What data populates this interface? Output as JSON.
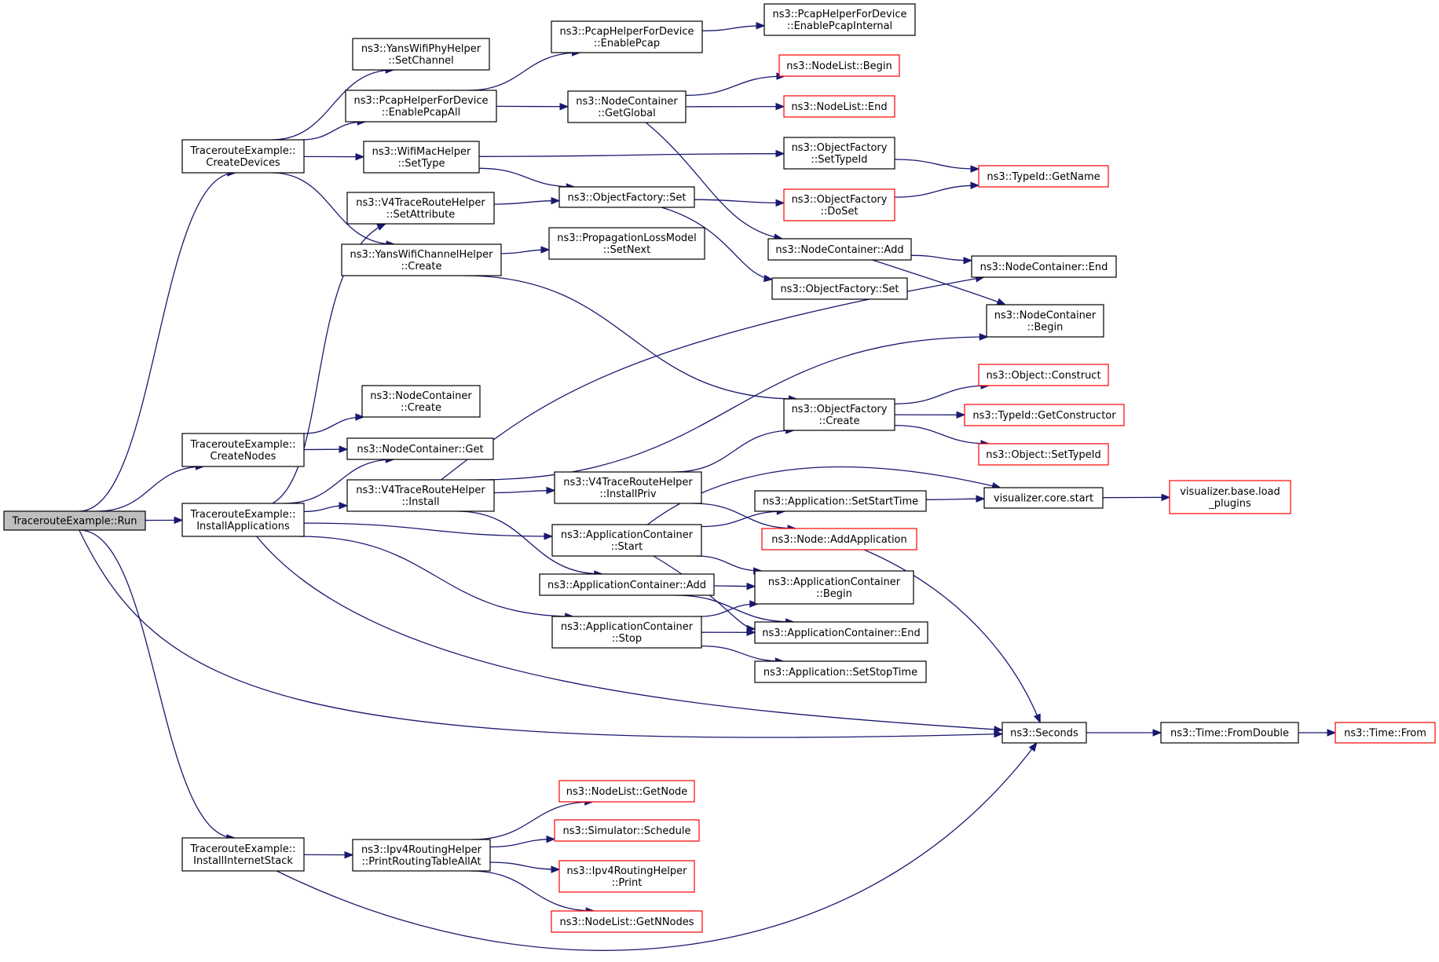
{
  "nodes": [
    {
      "id": "run",
      "lines": [
        "TracerouteExample::Run"
      ],
      "style": "root"
    },
    {
      "id": "createDevices",
      "lines": [
        "TracerouteExample::",
        "CreateDevices"
      ]
    },
    {
      "id": "createNodes",
      "lines": [
        "TracerouteExample::",
        "CreateNodes"
      ]
    },
    {
      "id": "installApps",
      "lines": [
        "TracerouteExample::",
        "InstallApplications"
      ]
    },
    {
      "id": "installStack",
      "lines": [
        "TracerouteExample::",
        "InstallInternetStack"
      ]
    },
    {
      "id": "yansPhySetChannel",
      "lines": [
        "ns3::YansWifiPhyHelper",
        "::SetChannel"
      ]
    },
    {
      "id": "pcapEnableAll",
      "lines": [
        "ns3::PcapHelperForDevice",
        "::EnablePcapAll"
      ]
    },
    {
      "id": "wifiMacSetType",
      "lines": [
        "ns3::WifiMacHelper",
        "::SetType"
      ]
    },
    {
      "id": "v4SetAttr",
      "lines": [
        "ns3::V4TraceRouteHelper",
        "::SetAttribute"
      ]
    },
    {
      "id": "yansChanCreate",
      "lines": [
        "ns3::YansWifiChannelHelper",
        "::Create"
      ]
    },
    {
      "id": "ncCreate",
      "lines": [
        "ns3::NodeContainer",
        "::Create"
      ]
    },
    {
      "id": "ncGet",
      "lines": [
        "ns3::NodeContainer::Get"
      ]
    },
    {
      "id": "v4Install",
      "lines": [
        "ns3::V4TraceRouteHelper",
        "::Install"
      ]
    },
    {
      "id": "ipv4PrintAllAt",
      "lines": [
        "ns3::Ipv4RoutingHelper",
        "::PrintRoutingTableAllAt"
      ]
    },
    {
      "id": "pcapEnable",
      "lines": [
        "ns3::PcapHelperForDevice",
        "::EnablePcap"
      ]
    },
    {
      "id": "ncGetGlobal",
      "lines": [
        "ns3::NodeContainer",
        "::GetGlobal"
      ]
    },
    {
      "id": "ofSet",
      "lines": [
        "ns3::ObjectFactory::Set"
      ]
    },
    {
      "id": "propSetNext",
      "lines": [
        "ns3::PropagationLossModel",
        "::SetNext"
      ]
    },
    {
      "id": "v4InstallPriv",
      "lines": [
        "ns3::V4TraceRouteHelper",
        "::InstallPriv"
      ]
    },
    {
      "id": "acStart",
      "lines": [
        "ns3::ApplicationContainer",
        "::Start"
      ]
    },
    {
      "id": "acAdd",
      "lines": [
        "ns3::ApplicationContainer::Add"
      ]
    },
    {
      "id": "acStop",
      "lines": [
        "ns3::ApplicationContainer",
        "::Stop"
      ]
    },
    {
      "id": "nlGetNode",
      "lines": [
        "ns3::NodeList::GetNode"
      ],
      "style": "trunc"
    },
    {
      "id": "simSchedule",
      "lines": [
        "ns3::Simulator::Schedule"
      ],
      "style": "trunc"
    },
    {
      "id": "ipv4Print",
      "lines": [
        "ns3::Ipv4RoutingHelper",
        "::Print"
      ],
      "style": "trunc"
    },
    {
      "id": "nlGetNNodes",
      "lines": [
        "ns3::NodeList::GetNNodes"
      ],
      "style": "trunc"
    },
    {
      "id": "pcapEnableInternal",
      "lines": [
        "ns3::PcapHelperForDevice",
        "::EnablePcapInternal"
      ]
    },
    {
      "id": "nlBegin",
      "lines": [
        "ns3::NodeList::Begin"
      ],
      "style": "trunc"
    },
    {
      "id": "nlEnd",
      "lines": [
        "ns3::NodeList::End"
      ],
      "style": "trunc"
    },
    {
      "id": "ofSetTypeId",
      "lines": [
        "ns3::ObjectFactory",
        "::SetTypeId"
      ]
    },
    {
      "id": "ofDoSet",
      "lines": [
        "ns3::ObjectFactory",
        "::DoSet"
      ],
      "style": "trunc"
    },
    {
      "id": "ncAdd",
      "lines": [
        "ns3::NodeContainer::Add"
      ]
    },
    {
      "id": "ofSet2",
      "lines": [
        "ns3::ObjectFactory::Set"
      ]
    },
    {
      "id": "ofCreate",
      "lines": [
        "ns3::ObjectFactory",
        "::Create"
      ]
    },
    {
      "id": "appSetStartTime",
      "lines": [
        "ns3::Application::SetStartTime"
      ]
    },
    {
      "id": "nodeAddApp",
      "lines": [
        "ns3::Node::AddApplication"
      ],
      "style": "trunc"
    },
    {
      "id": "acBegin",
      "lines": [
        "ns3::ApplicationContainer",
        "::Begin"
      ]
    },
    {
      "id": "acEnd",
      "lines": [
        "ns3::ApplicationContainer::End"
      ]
    },
    {
      "id": "appSetStopTime",
      "lines": [
        "ns3::Application::SetStopTime"
      ]
    },
    {
      "id": "typeIdGetName",
      "lines": [
        "ns3::TypeId::GetName"
      ],
      "style": "trunc"
    },
    {
      "id": "ncEnd",
      "lines": [
        "ns3::NodeContainer::End"
      ]
    },
    {
      "id": "ncBegin",
      "lines": [
        "ns3::NodeContainer",
        "::Begin"
      ]
    },
    {
      "id": "objConstruct",
      "lines": [
        "ns3::Object::Construct"
      ],
      "style": "trunc"
    },
    {
      "id": "typeIdGetCtor",
      "lines": [
        "ns3::TypeId::GetConstructor"
      ],
      "style": "trunc"
    },
    {
      "id": "objSetTypeId",
      "lines": [
        "ns3::Object::SetTypeId"
      ],
      "style": "trunc"
    },
    {
      "id": "vizStart",
      "lines": [
        "visualizer.core.start"
      ]
    },
    {
      "id": "seconds",
      "lines": [
        "ns3::Seconds"
      ]
    },
    {
      "id": "vizLoadPlugins",
      "lines": [
        "visualizer.base.load",
        "_plugins"
      ],
      "style": "trunc"
    },
    {
      "id": "timeFromDouble",
      "lines": [
        "ns3::Time::FromDouble"
      ]
    },
    {
      "id": "timeFrom",
      "lines": [
        "ns3::Time::From"
      ],
      "style": "trunc"
    }
  ],
  "edges": [
    [
      "run",
      "createDevices"
    ],
    [
      "run",
      "createNodes"
    ],
    [
      "run",
      "installApps"
    ],
    [
      "run",
      "installStack"
    ],
    [
      "run",
      "seconds"
    ],
    [
      "createDevices",
      "yansPhySetChannel"
    ],
    [
      "createDevices",
      "pcapEnableAll"
    ],
    [
      "createDevices",
      "wifiMacSetType"
    ],
    [
      "createDevices",
      "yansChanCreate"
    ],
    [
      "createNodes",
      "ncCreate"
    ],
    [
      "createNodes",
      "ncGet"
    ],
    [
      "installApps",
      "v4SetAttr"
    ],
    [
      "installApps",
      "ncGet"
    ],
    [
      "installApps",
      "v4Install"
    ],
    [
      "installApps",
      "acStart"
    ],
    [
      "installApps",
      "acStop"
    ],
    [
      "installApps",
      "seconds"
    ],
    [
      "installStack",
      "ipv4PrintAllAt"
    ],
    [
      "installStack",
      "seconds"
    ],
    [
      "pcapEnableAll",
      "pcapEnable"
    ],
    [
      "pcapEnableAll",
      "ncGetGlobal"
    ],
    [
      "wifiMacSetType",
      "ofSetTypeId"
    ],
    [
      "wifiMacSetType",
      "ofSet"
    ],
    [
      "v4SetAttr",
      "ofSet"
    ],
    [
      "yansChanCreate",
      "propSetNext"
    ],
    [
      "yansChanCreate",
      "ofCreate"
    ],
    [
      "v4Install",
      "ncEnd"
    ],
    [
      "v4Install",
      "ncBegin"
    ],
    [
      "v4Install",
      "v4InstallPriv"
    ],
    [
      "v4Install",
      "acAdd"
    ],
    [
      "ipv4PrintAllAt",
      "nlGetNode"
    ],
    [
      "ipv4PrintAllAt",
      "simSchedule"
    ],
    [
      "ipv4PrintAllAt",
      "ipv4Print"
    ],
    [
      "ipv4PrintAllAt",
      "nlGetNNodes"
    ],
    [
      "pcapEnable",
      "pcapEnableInternal"
    ],
    [
      "ncGetGlobal",
      "nlBegin"
    ],
    [
      "ncGetGlobal",
      "nlEnd"
    ],
    [
      "ncGetGlobal",
      "ncAdd"
    ],
    [
      "ofSet",
      "ofDoSet"
    ],
    [
      "ofSet",
      "ofSet2"
    ],
    [
      "v4InstallPriv",
      "ofCreate"
    ],
    [
      "v4InstallPriv",
      "nodeAddApp"
    ],
    [
      "acStart",
      "vizStart"
    ],
    [
      "acStart",
      "appSetStartTime"
    ],
    [
      "acStart",
      "acBegin"
    ],
    [
      "acStart",
      "acEnd"
    ],
    [
      "acAdd",
      "acBegin"
    ],
    [
      "acAdd",
      "acEnd"
    ],
    [
      "acStop",
      "acBegin"
    ],
    [
      "acStop",
      "acEnd"
    ],
    [
      "acStop",
      "appSetStopTime"
    ],
    [
      "ofSetTypeId",
      "typeIdGetName"
    ],
    [
      "ofDoSet",
      "typeIdGetName"
    ],
    [
      "ncAdd",
      "ncEnd"
    ],
    [
      "ncAdd",
      "ncBegin"
    ],
    [
      "ofCreate",
      "objConstruct"
    ],
    [
      "ofCreate",
      "typeIdGetCtor"
    ],
    [
      "ofCreate",
      "objSetTypeId"
    ],
    [
      "appSetStartTime",
      "vizStart"
    ],
    [
      "nodeAddApp",
      "seconds"
    ],
    [
      "vizStart",
      "vizLoadPlugins"
    ],
    [
      "seconds",
      "timeFromDouble"
    ],
    [
      "timeFromDouble",
      "timeFrom"
    ]
  ]
}
